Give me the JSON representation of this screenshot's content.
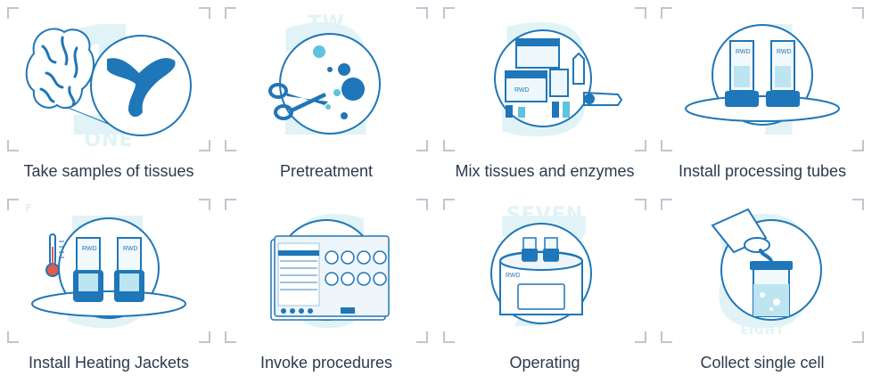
{
  "colors": {
    "accent": "#1f76b8",
    "accent_light": "#5fc2e0",
    "watermark": "#e1f3f6",
    "frame": "#bfc6d1",
    "text": "#2c3a4e"
  },
  "steps": [
    {
      "digit": "1",
      "word": "ONE",
      "caption": "Take samples of tissues",
      "icon": "brain-tissue-sample"
    },
    {
      "digit": "2",
      "word": "TW",
      "caption": "Pretreatment",
      "icon": "scissors-cells"
    },
    {
      "digit": "3",
      "word": "",
      "caption": "Mix tissues and enzymes",
      "icon": "reagent-kit"
    },
    {
      "digit": "4",
      "word": "",
      "caption": "Install processing tubes",
      "icon": "processing-tubes"
    },
    {
      "digit": "5",
      "word": "F",
      "caption": "Install Heating Jackets",
      "icon": "heating-jackets"
    },
    {
      "digit": "6",
      "word": "",
      "caption": "Invoke procedures",
      "icon": "software-screen"
    },
    {
      "digit": "7",
      "word": "SEVEN",
      "caption": "Operating",
      "icon": "instrument"
    },
    {
      "digit": "8",
      "word": "EIGHT",
      "caption": "Collect single cell",
      "icon": "pour-tube"
    }
  ],
  "labels": {
    "tube_brand": "RWD"
  }
}
